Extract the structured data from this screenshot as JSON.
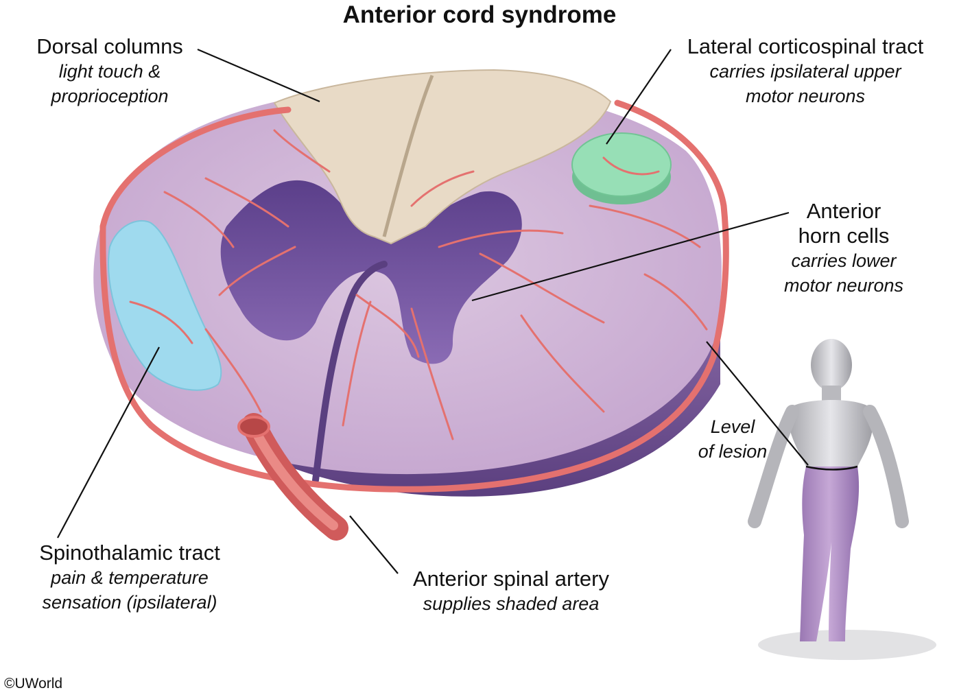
{
  "title": "Anterior cord syndrome",
  "labels": {
    "dorsal_columns": {
      "name": "Dorsal columns",
      "desc": [
        "light touch &",
        "proprioception"
      ]
    },
    "lateral_corticospinal": {
      "name": "Lateral corticospinal tract",
      "desc": [
        "carries ipsilateral upper",
        "motor neurons"
      ]
    },
    "anterior_horn": {
      "name": [
        "Anterior",
        "horn cells"
      ],
      "desc": [
        "carries lower",
        "motor neurons"
      ]
    },
    "level_of_lesion": [
      "Level",
      "of lesion"
    ],
    "spinothalamic": {
      "name": "Spinothalamic tract",
      "desc": [
        "pain & temperature",
        "sensation (ipsilateral)"
      ]
    },
    "anterior_spinal_artery": {
      "name": "Anterior spinal artery",
      "desc": "supplies shaded area"
    }
  },
  "copyright": "©UWorld",
  "colors": {
    "cord_lilac": "#cdb1d4",
    "cord_side": "#7d5a9c",
    "grey_matter": "#6a4d95",
    "dorsal_columns": "#e6d8c3",
    "corticospinal": "#8fdcb1",
    "spinothalamic": "#9bd8ec",
    "artery": "#e4716f",
    "figure_skin": "#c8c8cc",
    "figure_lower": "#b18fc4"
  }
}
